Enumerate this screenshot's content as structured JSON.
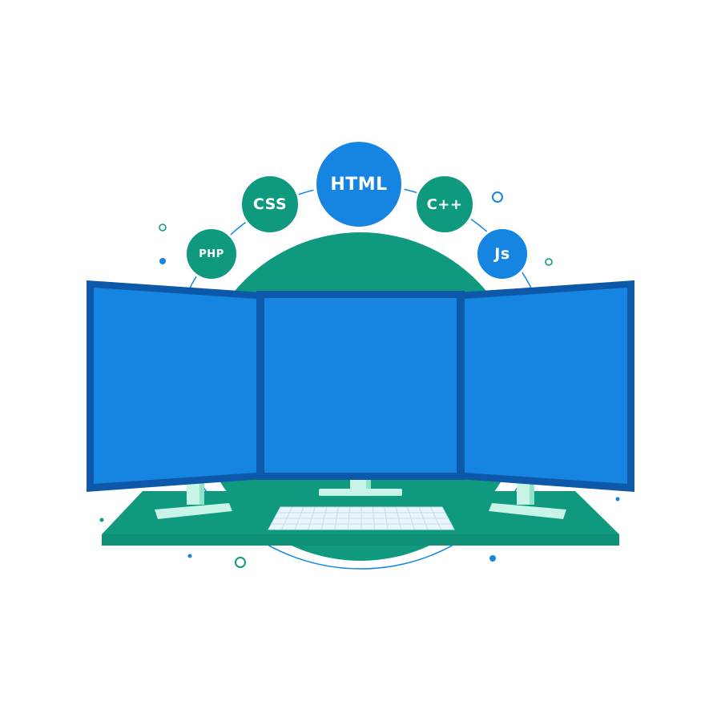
{
  "badges": {
    "php": "PHP",
    "css": "CSS",
    "html": "HTML",
    "cpp": "C++",
    "js": "Js"
  },
  "colors": {
    "teal": "#0f9a80",
    "teal_light": "#21a98e",
    "blue": "#1585e1",
    "blue_dark": "#0d58a8",
    "stand": "#c7f4e6",
    "keyboard": "#eaf4fb"
  }
}
